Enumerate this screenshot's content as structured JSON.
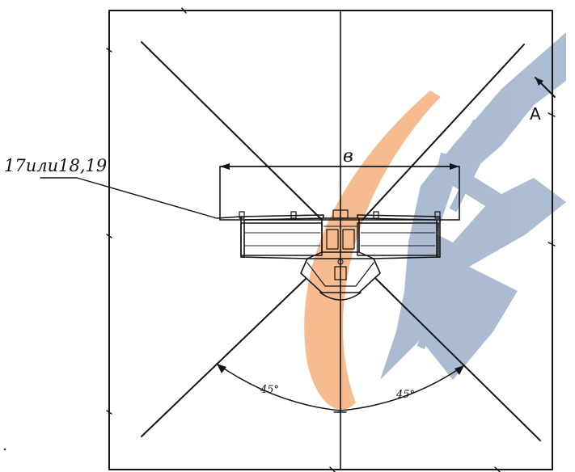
{
  "labels": {
    "callout": "17или18,19",
    "width_dim": "в",
    "view_label": "A",
    "angle_left": "45°",
    "angle_right": "45°"
  },
  "colors": {
    "ink": "#141414",
    "watermark_orange": "#f5a56b",
    "watermark_blue": "#8fa6c4"
  },
  "icons": {
    "watermark": "logo-watermark"
  }
}
